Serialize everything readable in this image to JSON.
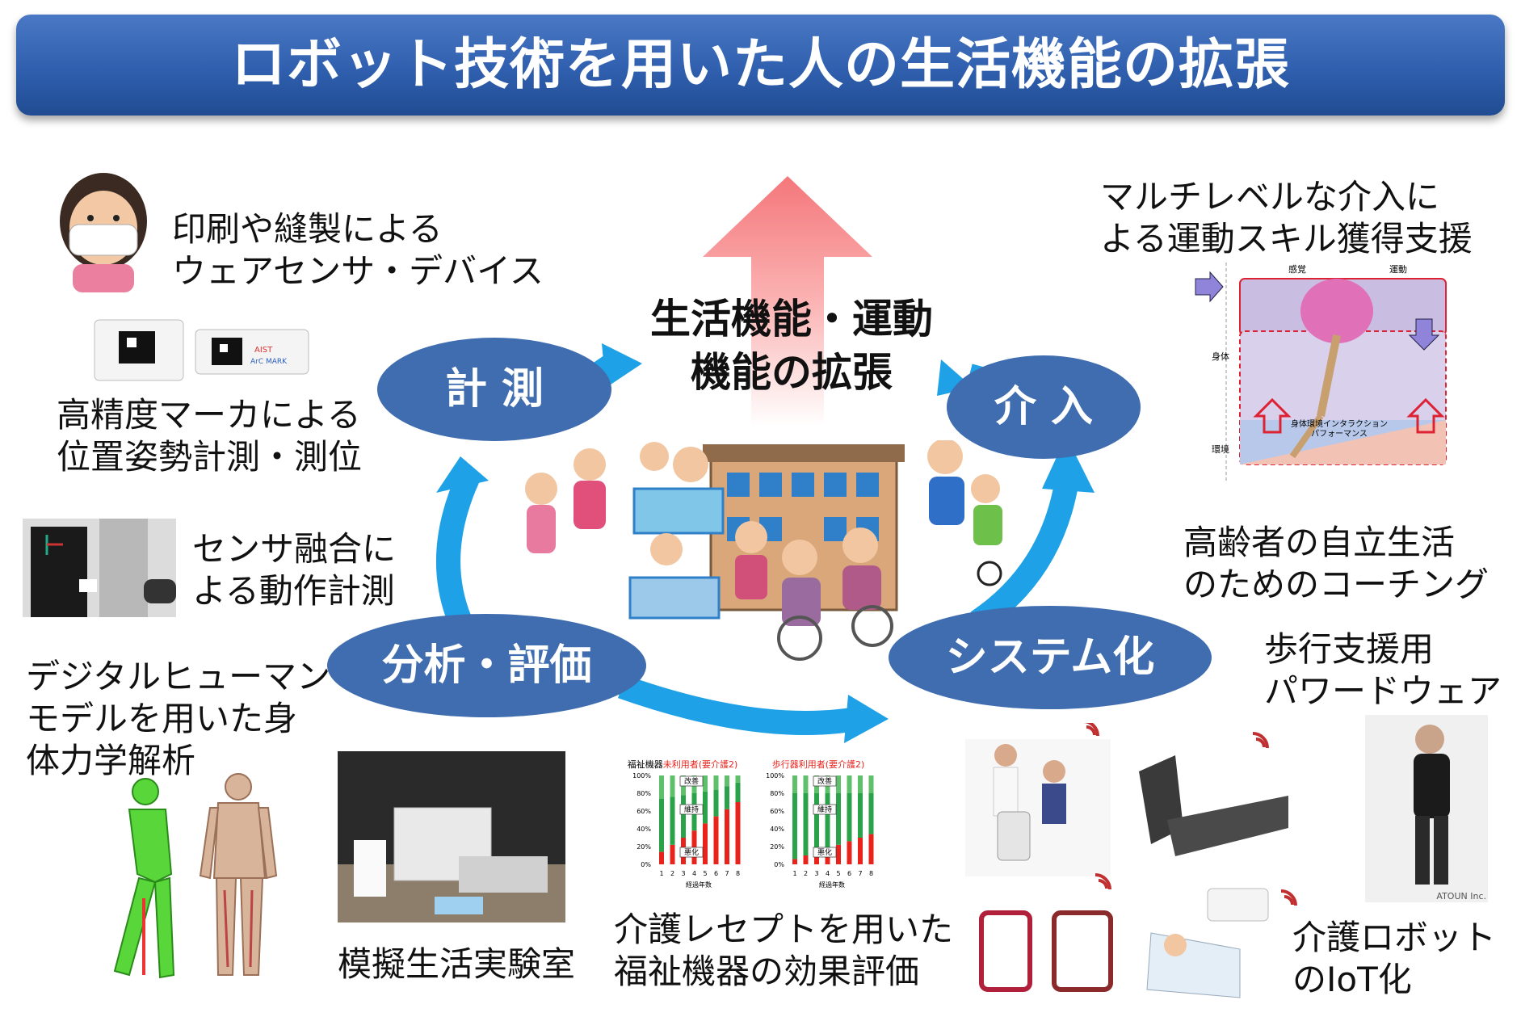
{
  "title": "ロボット技術を用いた人の生活機能の拡張",
  "center": {
    "line1": "生活機能・運動",
    "line2": "機能の拡張"
  },
  "cycle": {
    "measure": "計 測",
    "intervene": "介 入",
    "analyze": "分析・評価",
    "systemize": "システム化"
  },
  "left": {
    "wear_sensor": [
      "印刷や縫製による",
      "ウェアセンサ・デバイス"
    ],
    "marker": [
      "高精度マーカによる",
      "位置姿勢計測・測位"
    ],
    "fusion": [
      "センサ融合に",
      "よる動作計測"
    ],
    "digital_human": [
      "デジタルヒューマン",
      "モデルを用いた身",
      "体力学解析"
    ]
  },
  "right": {
    "multilevel": [
      "マルチレベルな介入に",
      "よる運動スキル獲得支援"
    ],
    "coaching": [
      "高齢者の自立生活",
      "のためのコーチング"
    ],
    "powerwear": [
      "歩行支援用",
      "パワードウェア"
    ],
    "iot": [
      "介護ロボット",
      "のIoT化"
    ],
    "atoun_label": "ATOUN Inc."
  },
  "bottom": {
    "lab": "模擬生活実験室",
    "receipt": [
      "介護レセプトを用いた",
      "福祉機器の効果評価"
    ]
  },
  "diagram_labels": {
    "sense": "感覚",
    "motion": "運動",
    "body": "身体",
    "env": "環境",
    "interaction": "身体環境インタラクション",
    "performance": "パフォーマンス"
  },
  "marker_text": {
    "aist": "AIST",
    "arc": "ArC MARK"
  },
  "charts": [
    {
      "title_prefix": "福祉機器",
      "title_highlight": "未利用者",
      "title_suffix": "(要介護2)",
      "improve": "改善",
      "maintain": "維持",
      "worsen": "悪化",
      "worsen_pct": [
        14,
        22,
        30,
        38,
        46,
        54,
        62,
        70
      ],
      "maintain_pct": [
        60,
        54,
        48,
        42,
        36,
        30,
        26,
        22
      ]
    },
    {
      "title_prefix": "歩行器",
      "title_highlight": "利用者",
      "title_suffix": "(要介護2)",
      "improve": "改善",
      "maintain": "維持",
      "worsen": "悪化",
      "worsen_pct": [
        6,
        10,
        14,
        18,
        22,
        26,
        30,
        34
      ],
      "maintain_pct": [
        74,
        70,
        66,
        62,
        58,
        54,
        50,
        46
      ]
    }
  ],
  "chart_axis": {
    "yticks": [
      "100%",
      "80%",
      "60%",
      "40%",
      "20%",
      "0%"
    ],
    "xticks": [
      "1",
      "2",
      "3",
      "4",
      "5",
      "6",
      "7",
      "8"
    ],
    "xlabel": "経過年数"
  },
  "colors": {
    "banner": "#2f5fae",
    "ellipse": "#3f6db0",
    "cycle_arrow": "#1ea1e6",
    "up_arrow": "#f5888a",
    "worsen": "#e8231c",
    "maintain": "#2aa24a",
    "improve": "#5ec06a"
  }
}
